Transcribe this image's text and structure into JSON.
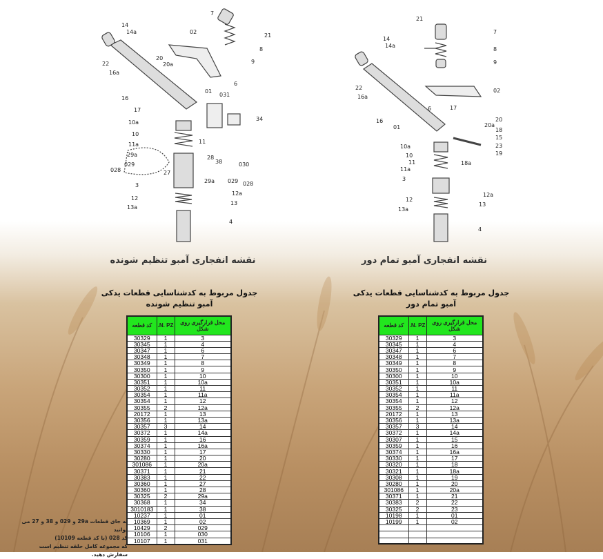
{
  "left": {
    "caption": "نقشه انفجاری آمبو تنظیم شونده",
    "title_line1": "جدول مربوط به کدشناسایی قطعات یدکی",
    "title_line2": "آمبو تنظیم شونده",
    "headers": {
      "code": "کد قطعه",
      "qty": "N. PZ.",
      "pos": "محل قرارگیری روی شکل"
    },
    "labels": [
      "7",
      "14",
      "14a",
      "21",
      "02",
      "8",
      "22",
      "20",
      "20a",
      "9",
      "16a",
      "6",
      "01",
      "031",
      "16",
      "17",
      "34",
      "10a",
      "10",
      "11a",
      "11",
      "29a",
      "28",
      "029",
      "38",
      "27",
      "028",
      "030",
      "3",
      "29a",
      "029",
      "028",
      "12a",
      "12",
      "13",
      "13a",
      "4"
    ],
    "rows": [
      [
        "30329",
        "1",
        "3"
      ],
      [
        "30345",
        "1",
        "4"
      ],
      [
        "30347",
        "1",
        "6"
      ],
      [
        "30348",
        "1",
        "7"
      ],
      [
        "30349",
        "1",
        "8"
      ],
      [
        "30350",
        "1",
        "9"
      ],
      [
        "30300",
        "1",
        "10"
      ],
      [
        "30351",
        "1",
        "10a"
      ],
      [
        "30352",
        "1",
        "11"
      ],
      [
        "30354",
        "1",
        "11a"
      ],
      [
        "30354",
        "1",
        "12"
      ],
      [
        "30355",
        "2",
        "12a"
      ],
      [
        "20172",
        "1",
        "13"
      ],
      [
        "30356",
        "1",
        "13a"
      ],
      [
        "30357",
        "3",
        "14"
      ],
      [
        "30372",
        "1",
        "14a"
      ],
      [
        "30359",
        "1",
        "16"
      ],
      [
        "30374",
        "1",
        "16a"
      ],
      [
        "30330",
        "1",
        "17"
      ],
      [
        "30280",
        "1",
        "20"
      ],
      [
        "301086",
        "1",
        "20a"
      ],
      [
        "30371",
        "1",
        "21"
      ],
      [
        "30383",
        "1",
        "22"
      ],
      [
        "30360",
        "1",
        "27"
      ],
      [
        "30360",
        "1",
        "28"
      ],
      [
        "30325",
        "2",
        "29a"
      ],
      [
        "30368",
        "1",
        "34"
      ],
      [
        "3010183",
        "1",
        "38"
      ],
      [
        "10237",
        "1",
        "01"
      ],
      [
        "10369",
        "1",
        "02"
      ],
      [
        "10429",
        "2",
        "029"
      ],
      [
        "10106",
        "1",
        "030"
      ],
      [
        "10107",
        "1",
        "031"
      ]
    ],
    "note": [
      "به جای قطعات 29a و 029 و 38 و 27 می توانید",
      "کد 028 (با کد قطعه 10109)",
      "که مجموعه کامل حلقه تنظیم است سفارش دهید."
    ]
  },
  "right": {
    "caption": "نقشه انفجاری آمبو تمام دور",
    "title_line1": "جدول مربوط به کدشناسایی قطعات یدکی",
    "title_line2": "آمبو تمام دور",
    "headers": {
      "code": "کد قطعه",
      "qty": "N. PZ.",
      "pos": "محل قرارگیری روی شکل"
    },
    "labels": [
      "21",
      "7",
      "8",
      "9",
      "14",
      "14a",
      "22",
      "02",
      "16a",
      "6",
      "17",
      "16",
      "20",
      "20a",
      "01",
      "18",
      "15",
      "10a",
      "23",
      "19",
      "10",
      "11",
      "18a",
      "11a",
      "3",
      "12a",
      "12",
      "13",
      "13a",
      "4"
    ],
    "rows": [
      [
        "30329",
        "1",
        "3"
      ],
      [
        "30345",
        "1",
        "4"
      ],
      [
        "30347",
        "1",
        "6"
      ],
      [
        "30348",
        "1",
        "7"
      ],
      [
        "30349",
        "1",
        "8"
      ],
      [
        "30350",
        "1",
        "9"
      ],
      [
        "30300",
        "1",
        "10"
      ],
      [
        "30351",
        "1",
        "10a"
      ],
      [
        "30352",
        "1",
        "11"
      ],
      [
        "30354",
        "1",
        "11a"
      ],
      [
        "30354",
        "1",
        "12"
      ],
      [
        "30355",
        "2",
        "12a"
      ],
      [
        "20172",
        "1",
        "13"
      ],
      [
        "30356",
        "1",
        "13a"
      ],
      [
        "30357",
        "3",
        "14"
      ],
      [
        "30372",
        "1",
        "14a"
      ],
      [
        "30307",
        "1",
        "15"
      ],
      [
        "30359",
        "1",
        "16"
      ],
      [
        "30374",
        "1",
        "16a"
      ],
      [
        "30330",
        "1",
        "17"
      ],
      [
        "30320",
        "1",
        "18"
      ],
      [
        "30321",
        "1",
        "18a"
      ],
      [
        "30308",
        "1",
        "19"
      ],
      [
        "30280",
        "1",
        "20"
      ],
      [
        "301086",
        "1",
        "20a"
      ],
      [
        "30371",
        "1",
        "21"
      ],
      [
        "30383",
        "2",
        "22"
      ],
      [
        "30325",
        "2",
        "23"
      ],
      [
        "10198",
        "1",
        "01"
      ],
      [
        "10199",
        "1",
        "02"
      ],
      [
        "",
        "",
        ""
      ],
      [
        "",
        "",
        ""
      ],
      [
        "",
        "",
        ""
      ]
    ]
  }
}
